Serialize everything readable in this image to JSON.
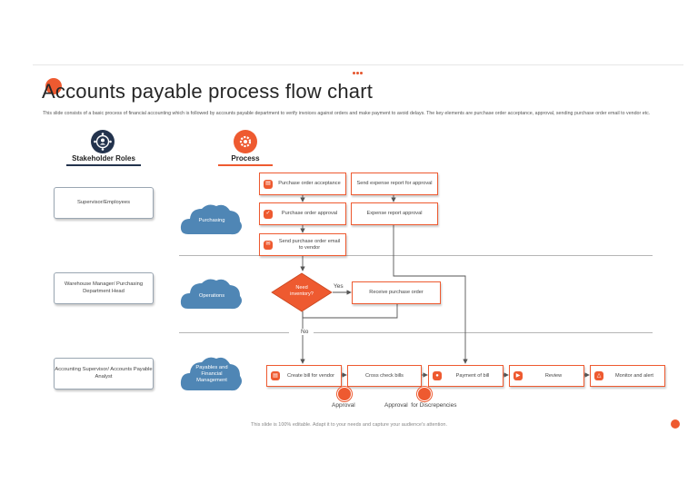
{
  "slide": {
    "title": "Accounts payable process flow chart",
    "description": "This slide consists of a basic process of financial accounting which is followed by accounts payable department to verify invoices against orders and make payment to avoid delays. The key elements are purchase order acceptance, approval, sending purchase order email to vendor etc.",
    "footer": "This slide is 100% editable. Adapt it to your needs and capture your audience's attention."
  },
  "columns": {
    "stakeholder": "Stakeholder Roles",
    "process": "Process"
  },
  "roles": [
    "Supervisor/Employees",
    "Warehouse Manager/ Purchasing Department Head",
    "Accounting Supervisor/ Accounts Payable Analyst"
  ],
  "clouds": [
    "Purchasing",
    "Operations",
    "Payables and Financial Management"
  ],
  "steps": {
    "purchase_order_acceptance": "Purchase order acceptance",
    "purchase_order_approval": "Purchase order approval",
    "send_purchase_order": "Send purchase order email to vendor",
    "send_expense_report": "Send expense report for approval",
    "expense_report_approval": "Expense report approval",
    "need_inventory": "Need inventory?",
    "receive_purchase_order": "Receive purchase order",
    "create_bill": "Create bill for vendor",
    "cross_check_bills": "Cross check bills",
    "payment_of_bill": "Payment of bill",
    "review": "Review",
    "monitor_alert": "Monitor and alert"
  },
  "decision": {
    "yes": "Yes",
    "no": "No"
  },
  "labels": {
    "approval": "Approval",
    "approval_discrepancies": "Approval  for Discrepencies"
  },
  "colors": {
    "accent": "#ee5a30",
    "cloud": "#4f86b5",
    "navy": "#23334d"
  },
  "icons": [
    "team-icon",
    "process-gear-icon",
    "document-icon",
    "clipboard-icon",
    "email-icon",
    "bill-icon",
    "payment-icon",
    "review-icon",
    "monitor-icon"
  ]
}
